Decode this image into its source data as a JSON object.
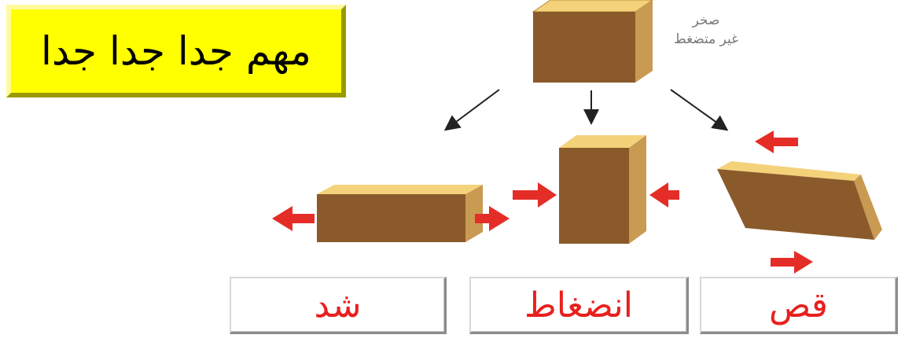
{
  "banner": {
    "text": "مهم جدا جدا جدا"
  },
  "rock_caption": {
    "line1": "صخر",
    "line2": "غير متضغط"
  },
  "stress_labels": {
    "tension": "شد",
    "compression": "انضغاط",
    "shear": "قص"
  },
  "colors": {
    "banner_yellow": "#ffff00",
    "label_red": "#e8201e",
    "arrow_red": "#e52d27",
    "block_front": "#8b5a2b",
    "block_top": "#f4d27a",
    "block_side": "#c99a52"
  },
  "icons": [
    "arrow-icon",
    "block-icon"
  ]
}
